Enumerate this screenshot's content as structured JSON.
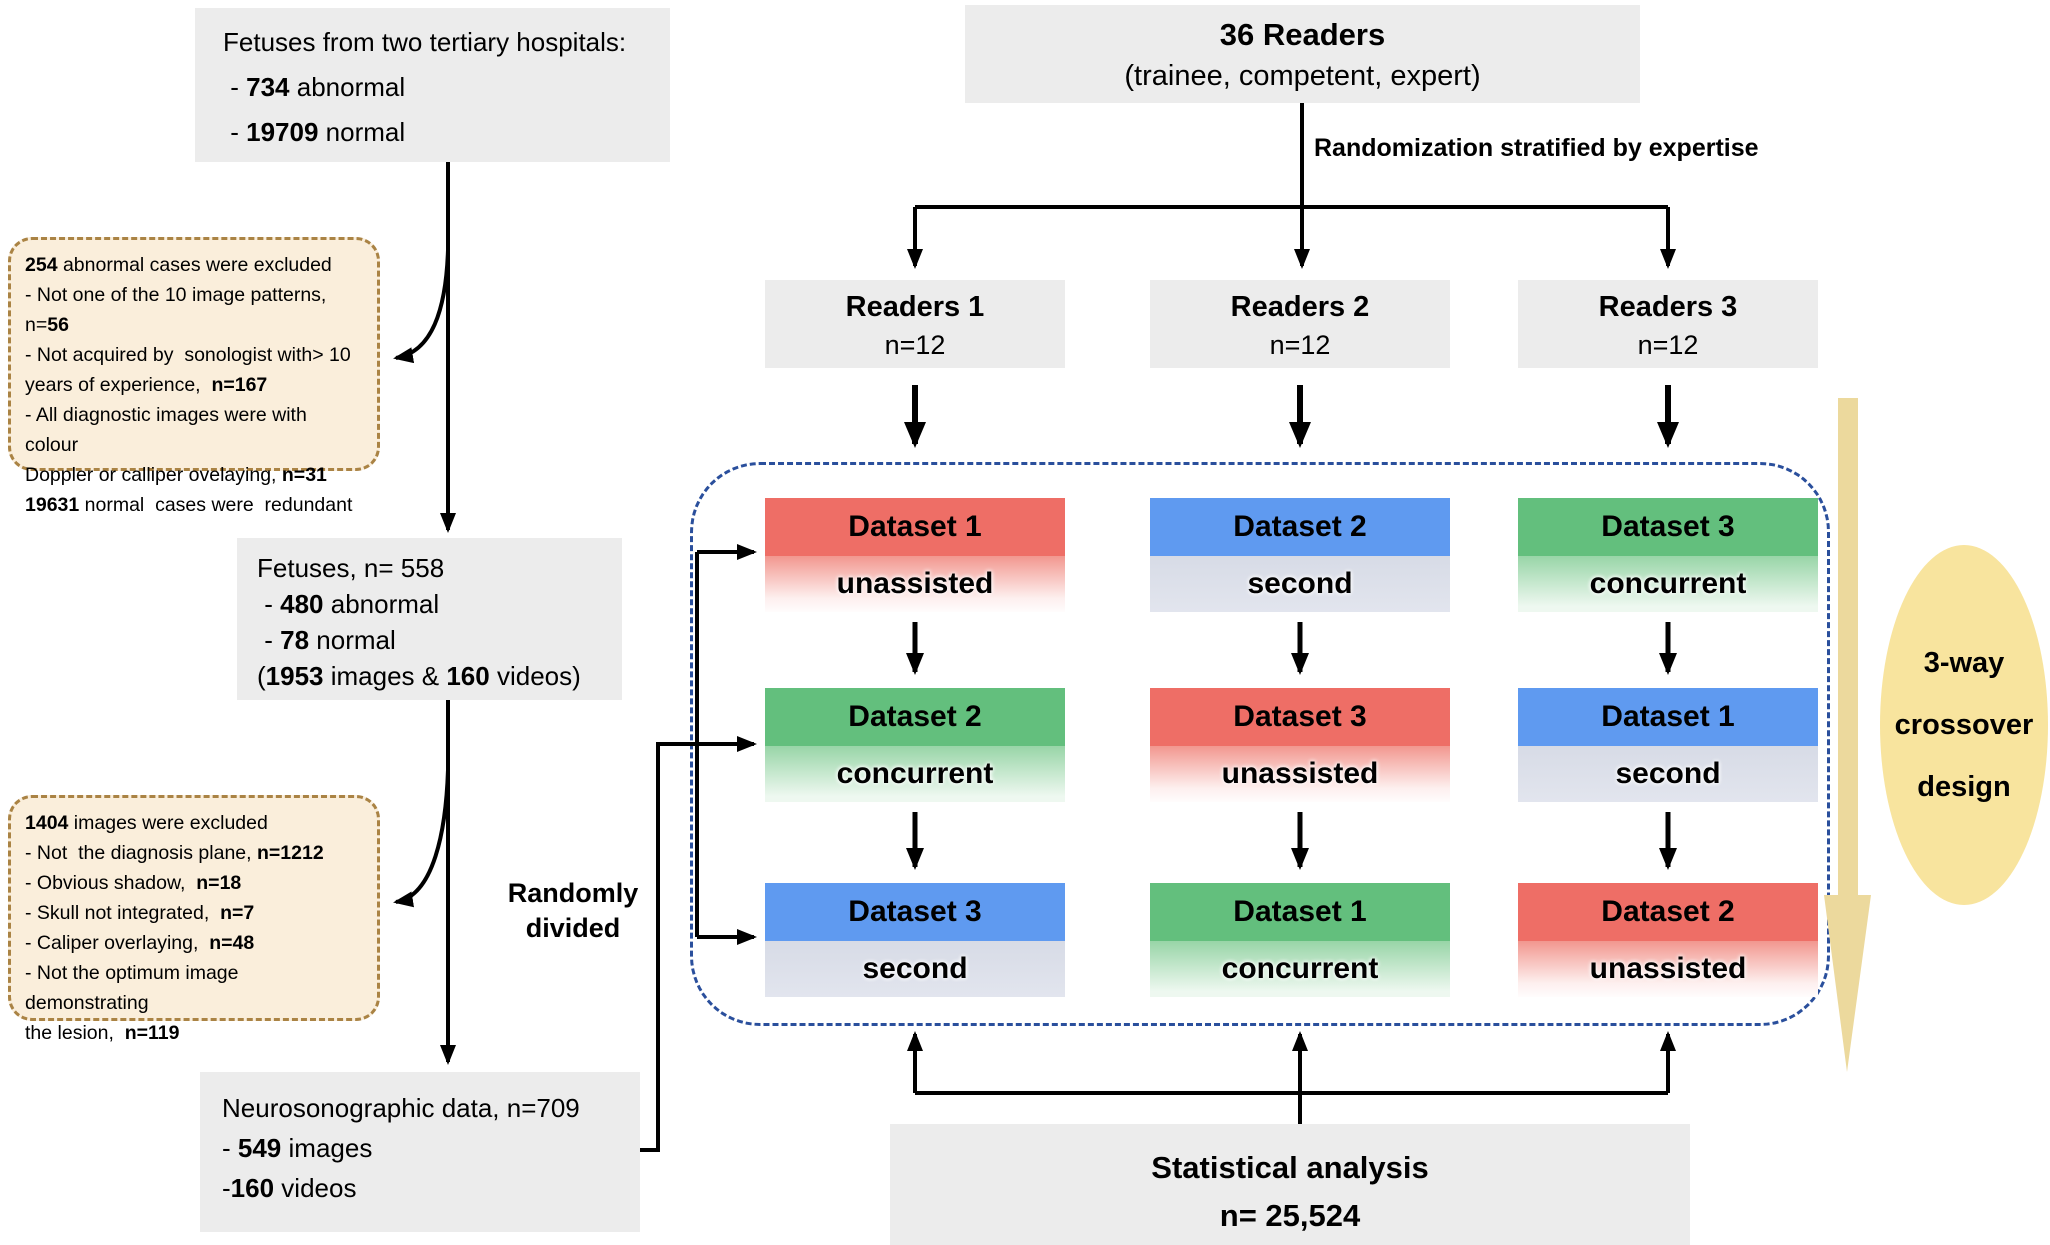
{
  "colors": {
    "dataset_red": "#ee6e66",
    "dataset_blue": "#5f9af0",
    "dataset_green": "#63bf7d",
    "box_gray": "#ececec",
    "note_fill": "#faeedb",
    "note_border": "#aa8344",
    "container_border": "#2a4f9c",
    "crossover_fill": "#f8e49e",
    "big_arrow_fill": "#ecd99d"
  },
  "left_flow": {
    "hospitals": {
      "lines": [
        [
          {
            "t": "Fetuses from two tertiary hospitals:"
          }
        ],
        [
          {
            "t": " - "
          },
          {
            "t": "734",
            "b": 1
          },
          {
            "t": " abnormal"
          }
        ],
        [
          {
            "t": " - "
          },
          {
            "t": "19709",
            "b": 1
          },
          {
            "t": " normal"
          }
        ]
      ]
    },
    "exclusion1": {
      "lines": [
        [
          {
            "t": "254",
            "b": 1
          },
          {
            "t": " abnormal cases were excluded"
          }
        ],
        [
          {
            "t": "- Not one of the 10 image patterns, n="
          },
          {
            "t": "56",
            "b": 1
          }
        ],
        [
          {
            "t": "- Not acquired by  sonologist with> 10"
          }
        ],
        [
          {
            "t": "years of experience,  "
          },
          {
            "t": "n=167",
            "b": 1
          }
        ],
        [
          {
            "t": "- All diagnostic images were with colour"
          }
        ],
        [
          {
            "t": "Doppler or calliper ovelaying, "
          },
          {
            "t": "n=31",
            "b": 1
          }
        ],
        [
          {
            "t": "19631",
            "b": 1
          },
          {
            "t": " normal  cases were  redundant"
          }
        ]
      ]
    },
    "fetuses": {
      "lines": [
        [
          {
            "t": "Fetuses, n= 558"
          }
        ],
        [
          {
            "t": " - "
          },
          {
            "t": "480",
            "b": 1
          },
          {
            "t": " abnormal"
          }
        ],
        [
          {
            "t": " - "
          },
          {
            "t": "78",
            "b": 1
          },
          {
            "t": " normal"
          }
        ],
        [
          {
            "t": "("
          },
          {
            "t": "1953",
            "b": 1
          },
          {
            "t": " images & "
          },
          {
            "t": "160",
            "b": 1
          },
          {
            "t": " videos)"
          }
        ]
      ]
    },
    "exclusion2": {
      "lines": [
        [
          {
            "t": "1404",
            "b": 1
          },
          {
            "t": " images were excluded"
          }
        ],
        [
          {
            "t": "- Not  the diagnosis plane, "
          },
          {
            "t": "n=1212",
            "b": 1
          }
        ],
        [
          {
            "t": "- Obvious shadow,  "
          },
          {
            "t": "n=18",
            "b": 1
          }
        ],
        [
          {
            "t": "- Skull not integrated,  "
          },
          {
            "t": "n=7",
            "b": 1
          }
        ],
        [
          {
            "t": "- Caliper overlaying,  "
          },
          {
            "t": "n=48",
            "b": 1
          }
        ],
        [
          {
            "t": "- Not the optimum image demonstrating"
          }
        ],
        [
          {
            "t": "the lesion,  "
          },
          {
            "t": "n=119",
            "b": 1
          }
        ]
      ]
    },
    "neuro": {
      "lines": [
        [
          {
            "t": "Neurosonographic data, n=709"
          }
        ],
        [
          {
            "t": "- "
          },
          {
            "t": "549",
            "b": 1
          },
          {
            "t": " images"
          }
        ],
        [
          {
            "t": "-"
          },
          {
            "t": "160",
            "b": 1
          },
          {
            "t": " videos"
          }
        ]
      ]
    },
    "randomly_divided": {
      "lines": [
        [
          {
            "t": "Randomly",
            "b": 1
          }
        ],
        [
          {
            "t": "divided",
            "b": 1
          }
        ]
      ]
    }
  },
  "reader_flow": {
    "readers": {
      "title": "36 Readers",
      "subtitle": "(trainee, competent, expert)"
    },
    "randomization_label": "Randomization stratified by expertise",
    "groups": [
      {
        "title": "Readers 1",
        "n": "n=12"
      },
      {
        "title": "Readers 2",
        "n": "n=12"
      },
      {
        "title": "Readers 3",
        "n": "n=12"
      }
    ]
  },
  "dataset_grid": {
    "rows": [
      [
        {
          "name": "Dataset 1",
          "mode": "unassisted",
          "color": "red"
        },
        {
          "name": "Dataset 2",
          "mode": "second",
          "color": "blue"
        },
        {
          "name": "Dataset 3",
          "mode": "concurrent",
          "color": "green"
        }
      ],
      [
        {
          "name": "Dataset 2",
          "mode": "concurrent",
          "color": "green"
        },
        {
          "name": "Dataset 3",
          "mode": "unassisted",
          "color": "red"
        },
        {
          "name": "Dataset 1",
          "mode": "second",
          "color": "blue"
        }
      ],
      [
        {
          "name": "Dataset 3",
          "mode": "second",
          "color": "blue"
        },
        {
          "name": "Dataset 1",
          "mode": "concurrent",
          "color": "green"
        },
        {
          "name": "Dataset 2",
          "mode": "unassisted",
          "color": "red"
        }
      ]
    ]
  },
  "crossover": {
    "lines": [
      [
        {
          "t": "3-way",
          "b": 1
        }
      ],
      [
        {
          "t": "crossover",
          "b": 1
        }
      ],
      [
        {
          "t": "design",
          "b": 1
        }
      ]
    ]
  },
  "stats": {
    "title": "Statistical analysis",
    "n": "n= 25,524"
  }
}
